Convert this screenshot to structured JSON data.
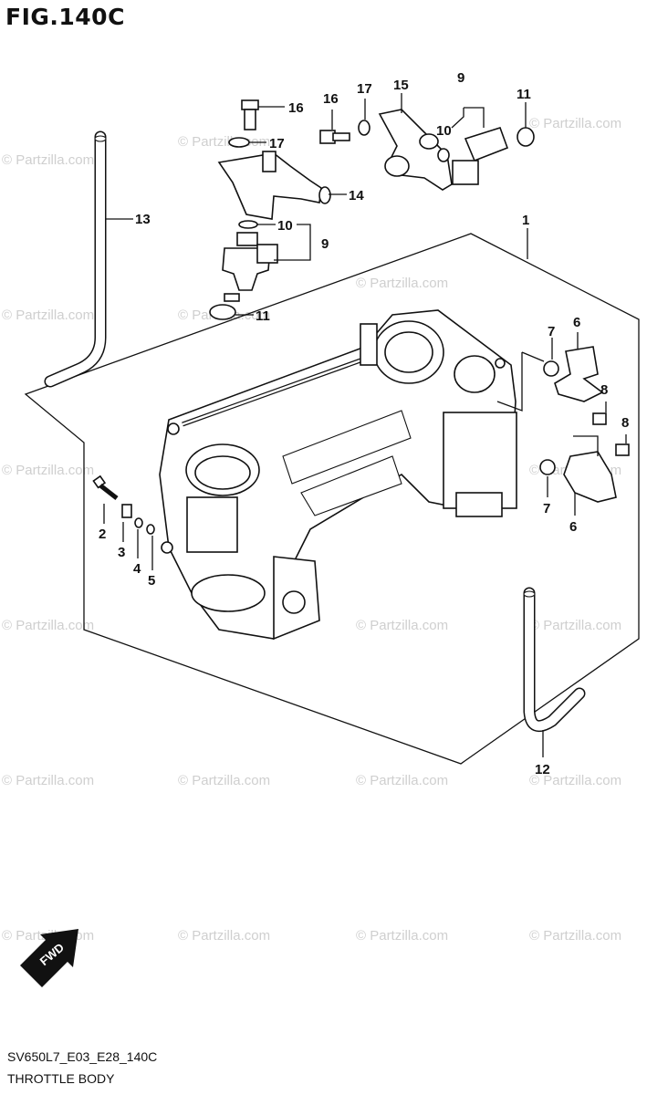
{
  "figure": {
    "title": "FIG.140C",
    "code": "SV650L7_E03_E28_140C",
    "name": "THROTTLE BODY"
  },
  "watermark": "© Partzilla.com",
  "fwd_label": "FWD",
  "callouts": {
    "c1": "1",
    "c2": "2",
    "c3": "3",
    "c4": "4",
    "c5": "5",
    "c6a": "6",
    "c6b": "6",
    "c7a": "7",
    "c7b": "7",
    "c8a": "8",
    "c8b": "8",
    "c9a": "9",
    "c9b": "9",
    "c10a": "10",
    "c10b": "10",
    "c11a": "11",
    "c11b": "11",
    "c12": "12",
    "c13": "13",
    "c14": "14",
    "c15": "15",
    "c16a": "16",
    "c16b": "16",
    "c17a": "17",
    "c17b": "17"
  }
}
